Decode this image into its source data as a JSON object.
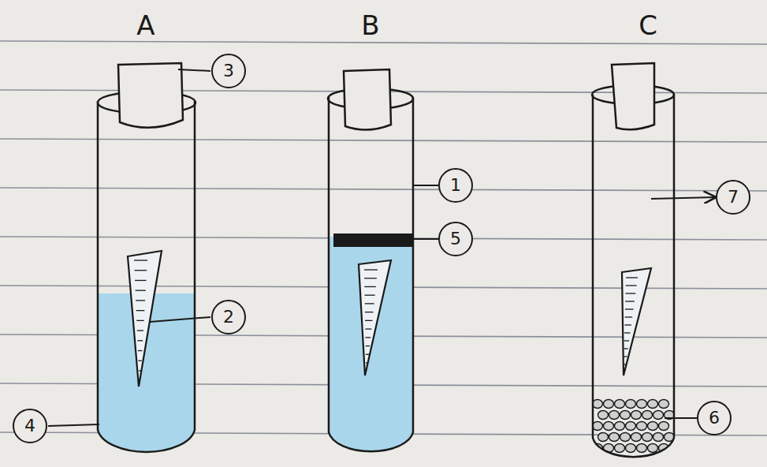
{
  "diagram": {
    "nodes": [
      {
        "text": [
          "3"
        ]
      },
      {
        "text": [
          "1"
        ]
      },
      {
        "text": [
          "7"
        ]
      },
      {
        "text": [
          "5"
        ]
      },
      {
        "text": [
          "2"
        ]
      },
      {
        "text": [
          "6"
        ]
      },
      {
        "text": [
          "4"
        ]
      }
    ],
    "labels": [
      "A",
      "B",
      "C"
    ]
  }
}
